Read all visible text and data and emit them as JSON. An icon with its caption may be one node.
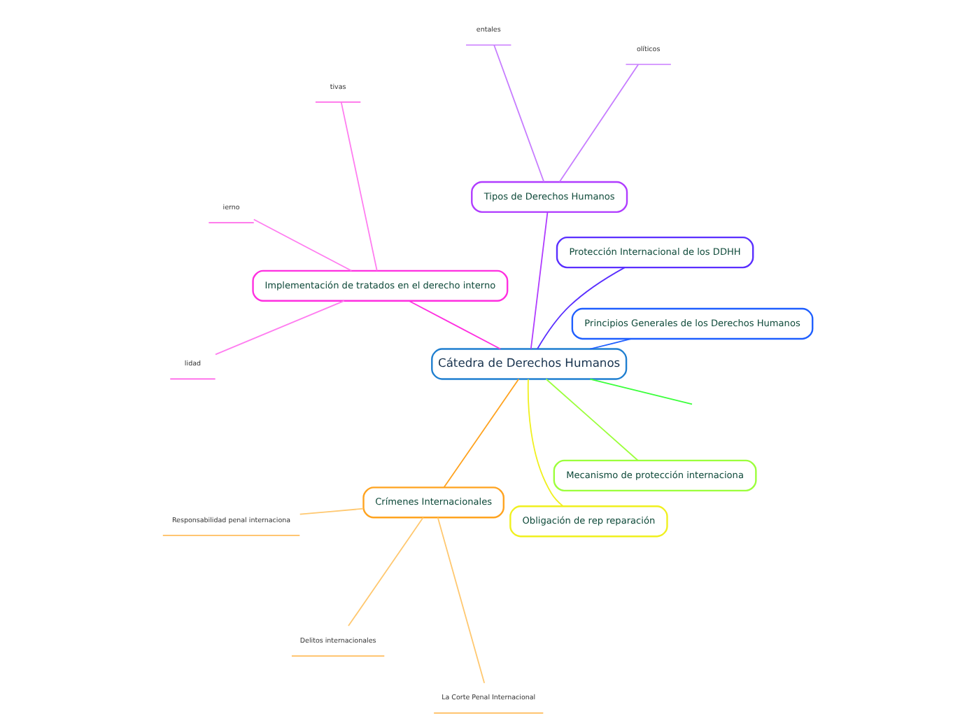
{
  "diagram": {
    "nodes": [
      {
        "text": [
          "Cátedra de Derechos Humanos"
        ]
      },
      {
        "text": [
          "Principios Generales de los Derechos Humanos"
        ]
      },
      {
        "text": [
          "Protección Internacional de los DDHH"
        ]
      },
      {
        "text": [
          "Tipos de Derechos Humanos"
        ]
      },
      {
        "text": [
          "olíticos"
        ]
      },
      {
        "text": [
          "entales"
        ]
      },
      {
        "text": [
          "Implementación de tratados en el derecho interno"
        ]
      },
      {
        "text": [
          "tivas"
        ]
      },
      {
        "text": [
          "ierno"
        ]
      },
      {
        "text": [
          "lidad"
        ]
      },
      {
        "text": [
          "Crímenes Internacionales"
        ]
      },
      {
        "text": [
          "Responsabilidad penal internaciona"
        ]
      },
      {
        "text": [
          "Delitos internacionales"
        ]
      },
      {
        "text": [
          "La Corte Penal Internacional"
        ]
      },
      {
        "text": [
          "Obligación de rep reparación"
        ]
      },
      {
        "text": [
          "Mecanismo de protección internaciona"
        ]
      }
    ],
    "edges": [
      {
        "from": 0,
        "to": 1,
        "arrow": "none",
        "color": "#1f5fff"
      },
      {
        "from": 0,
        "to": 2,
        "arrow": "none",
        "color": "#5a2fff"
      },
      {
        "from": 0,
        "to": 3,
        "arrow": "none",
        "color": "#b03cff"
      },
      {
        "from": 3,
        "to": 4,
        "arrow": "none",
        "color": "#c77dff"
      },
      {
        "from": 3,
        "to": 5,
        "arrow": "none",
        "color": "#c77dff"
      },
      {
        "from": 0,
        "to": 6,
        "arrow": "none",
        "color": "#ff2fe0"
      },
      {
        "from": 6,
        "to": 7,
        "arrow": "none",
        "color": "#ff7df0"
      },
      {
        "from": 6,
        "to": 8,
        "arrow": "none",
        "color": "#ff7df0"
      },
      {
        "from": 6,
        "to": 9,
        "arrow": "none",
        "color": "#ff7df0"
      },
      {
        "from": 0,
        "to": 10,
        "arrow": "none",
        "color": "#ffa31f"
      },
      {
        "from": 10,
        "to": 11,
        "arrow": "none",
        "color": "#ffc870"
      },
      {
        "from": 10,
        "to": 12,
        "arrow": "none",
        "color": "#ffc870"
      },
      {
        "from": 10,
        "to": 13,
        "arrow": "none",
        "color": "#ffc870"
      },
      {
        "from": 0,
        "to": 14,
        "arrow": "none",
        "color": "#f0f01f"
      },
      {
        "from": 0,
        "to": 15,
        "arrow": "none",
        "color": "#9cff3c"
      },
      {
        "from": 0,
        "to": null,
        "arrow": "none",
        "color": "#3cff3c"
      }
    ]
  }
}
